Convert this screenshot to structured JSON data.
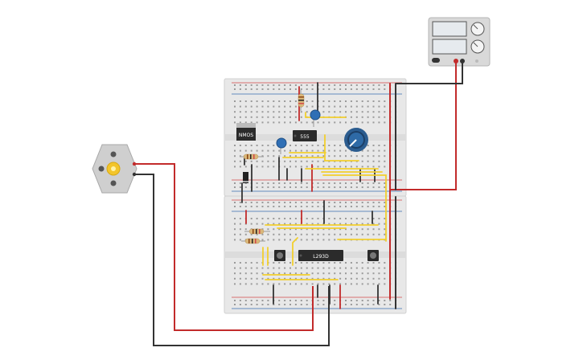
{
  "components": {
    "nmos_label": "NMOS",
    "timer_label": "555",
    "driver_label": "L293D"
  },
  "colors": {
    "wire_red": "#c22b2b",
    "wire_black": "#333333",
    "jumper_yellow": "#f2cf2e",
    "breadboard": "#e8e8e8",
    "rail_red": "#d44a4a",
    "rail_blue": "#3a6fb0",
    "chip": "#2b2b2b",
    "capacitor": "#2f6fb5",
    "motor_body": "#cfcfcf",
    "motor_shaft": "#f3c52b"
  },
  "icons": {
    "power_supply": "power-supply-icon",
    "motor": "dc-motor-icon",
    "potentiometer": "potentiometer-icon"
  }
}
